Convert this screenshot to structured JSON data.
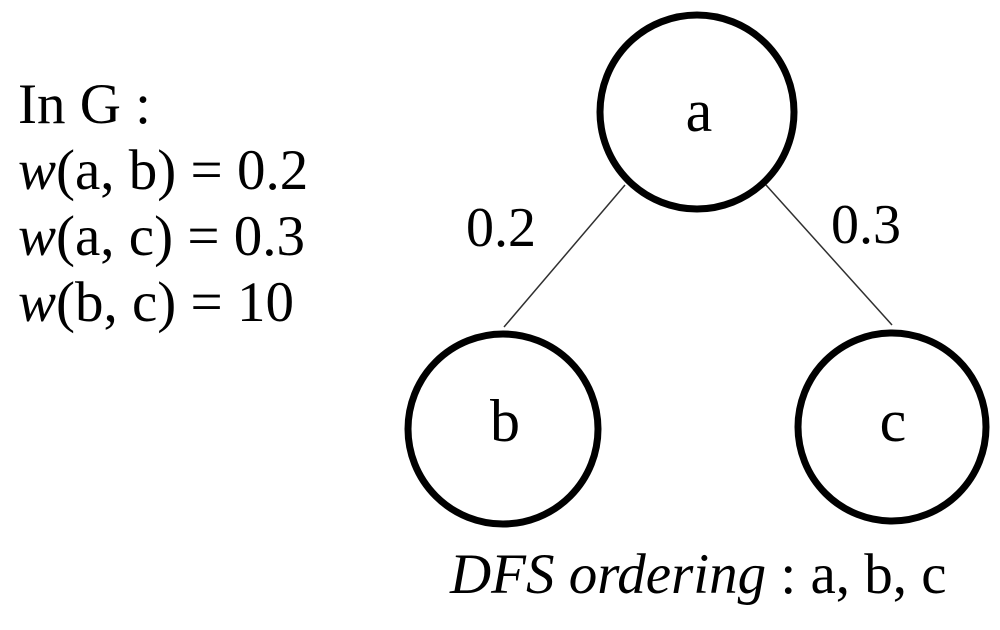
{
  "colors": {
    "background": "#ffffff",
    "ink": "#000000",
    "edge_line": "#303030"
  },
  "left_panel": {
    "title": "In G :",
    "weights": [
      {
        "symbol": "w",
        "expr": "(a, b) = 0.2"
      },
      {
        "symbol": "w",
        "expr": "(a, c) = 0.3"
      },
      {
        "symbol": "w",
        "expr": "(b, c) = 10"
      }
    ]
  },
  "graph": {
    "nodes": [
      {
        "id": "a",
        "label": "a"
      },
      {
        "id": "b",
        "label": "b"
      },
      {
        "id": "c",
        "label": "c"
      }
    ],
    "edges": [
      {
        "from": "a",
        "to": "b",
        "weight": "0.2"
      },
      {
        "from": "a",
        "to": "c",
        "weight": "0.3"
      }
    ]
  },
  "caption": {
    "italic": "DFS ordering",
    "rest": " : a, b, c"
  }
}
